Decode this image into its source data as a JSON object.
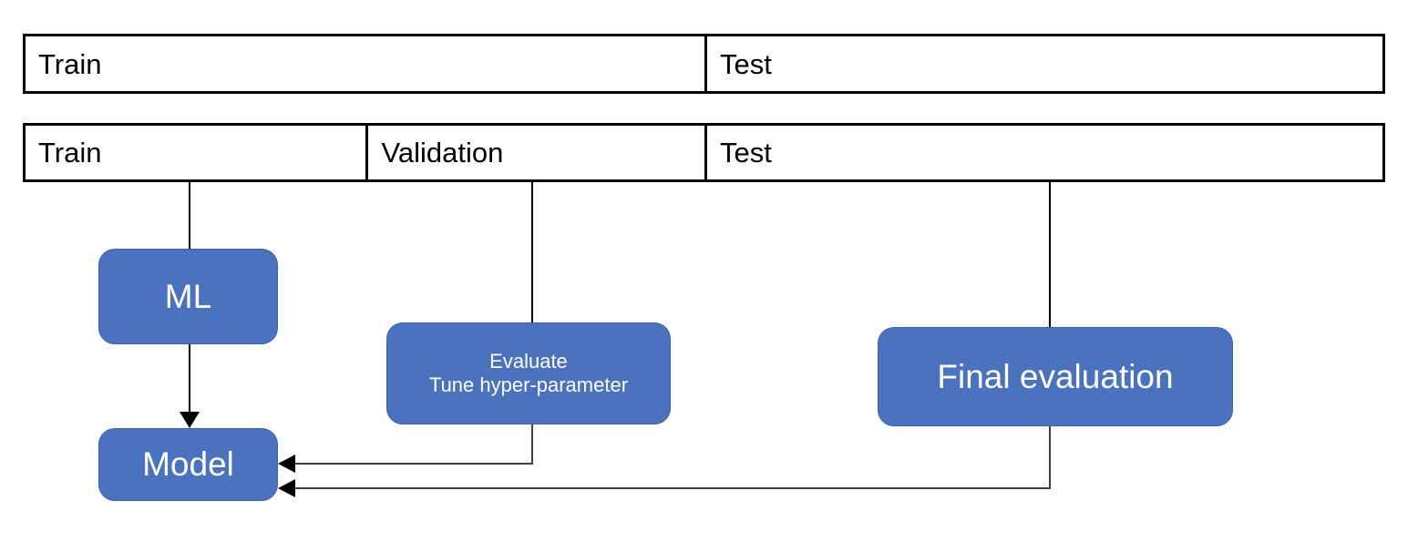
{
  "diagram": {
    "title": "Train / Validation / Test split with model evaluation flow",
    "colors": {
      "box_fill": "#4A72BE",
      "box_border": "#3C63A8",
      "box_text": "#FFFFFF",
      "bar_border": "#000000",
      "bar_fill": "#FFFFFF",
      "connector": "#000000"
    },
    "bars": [
      {
        "name": "two-way-split",
        "segments": [
          {
            "label": "Train"
          },
          {
            "label": "Test"
          }
        ]
      },
      {
        "name": "three-way-split",
        "segments": [
          {
            "label": "Train"
          },
          {
            "label": "Validation"
          },
          {
            "label": "Test"
          }
        ]
      }
    ],
    "boxes": [
      {
        "name": "ml",
        "label": "ML"
      },
      {
        "name": "model",
        "label": "Model"
      },
      {
        "name": "evaluate",
        "label": "Evaluate\nTune hyper-parameter"
      },
      {
        "name": "final-evaluation",
        "label": "Final evaluation"
      }
    ]
  }
}
